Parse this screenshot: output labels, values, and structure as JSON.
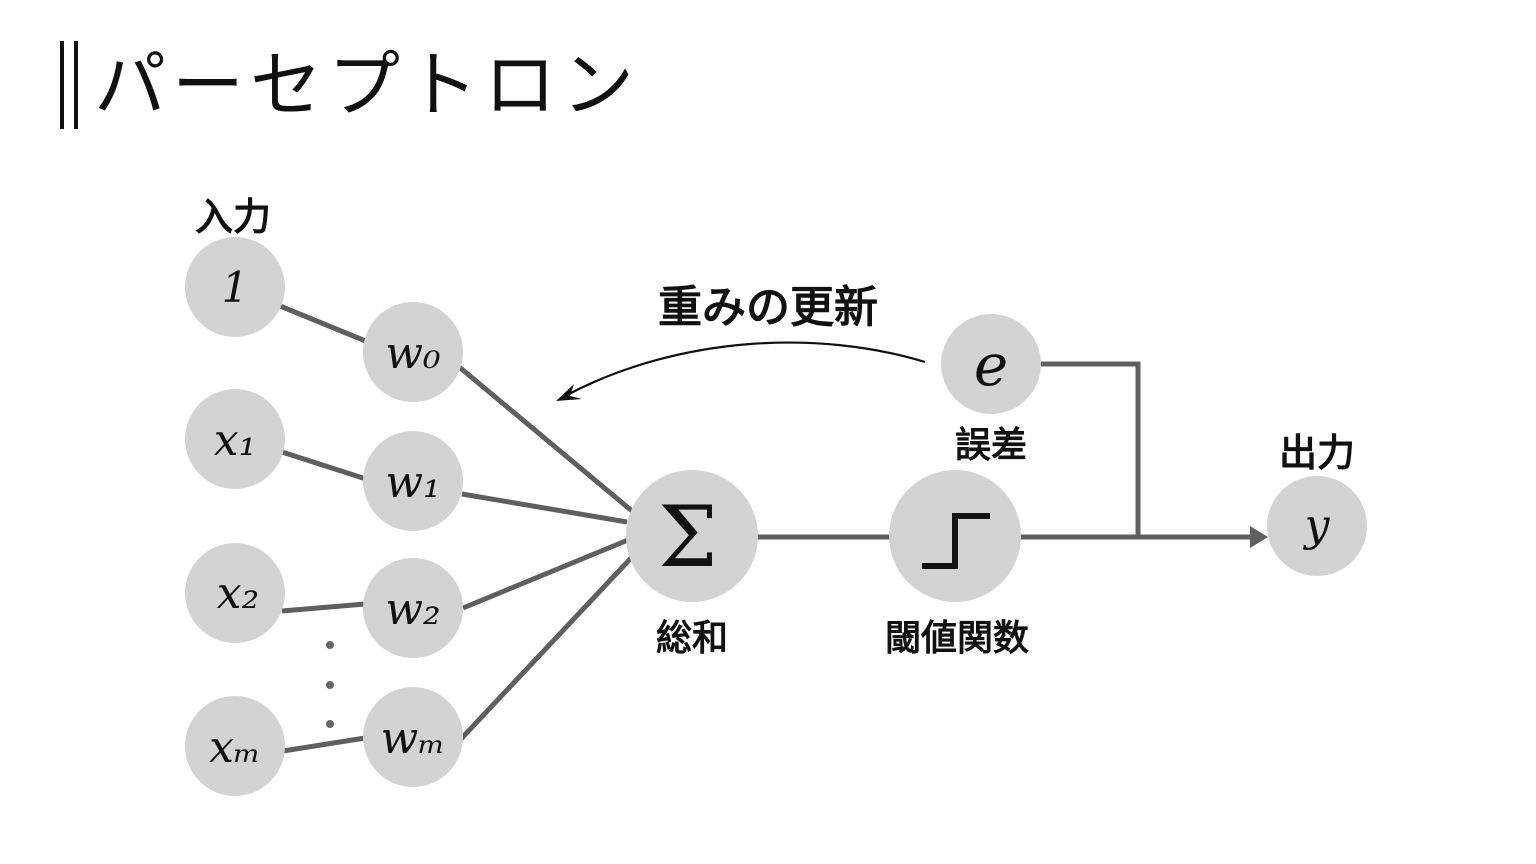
{
  "title": "パーセプトロン",
  "labels": {
    "input": "入力",
    "output": "出力",
    "weight_update": "重みの更新",
    "error": "誤差",
    "sum": "総和",
    "threshold_function": "閾値関数"
  },
  "nodes": {
    "inputs": [
      "1",
      "x₁",
      "x₂",
      "xₘ"
    ],
    "weights": [
      "w₀",
      "w₁",
      "w₂",
      "wₘ"
    ],
    "sum_symbol": "Σ",
    "activation_icon": "step-function-icon",
    "error_symbol": "e",
    "output_symbol": "y"
  },
  "colors": {
    "node_fill": "#d3d3d3",
    "edge": "#5f5f5f",
    "text": "#111111"
  }
}
